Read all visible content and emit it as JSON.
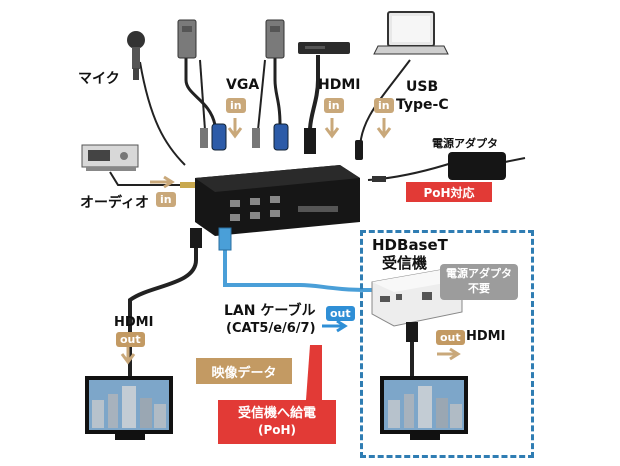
{
  "labels": {
    "mic": "マイク",
    "audio": "オーディオ",
    "vga": "VGA",
    "hdmi_in": "HDMI",
    "usb": "USB",
    "type_c": "Type-C",
    "power_adapter": "電源アダプタ",
    "poe_support": "PoH対応",
    "hdbaset_line1": "HDBaseT",
    "hdbaset_line2": "受信機",
    "rx_power_line1": "電源アダプタ",
    "rx_power_line2": "不要",
    "lan_line1": "LAN ケーブル",
    "lan_line2": "(CAT5/e/6/7)",
    "hdmi_out_left": "HDMI",
    "hdmi_out_right": "HDMI",
    "video_data": "映像データ",
    "power_to_receiver": "受信機へ給電",
    "poh": "(PoH)"
  },
  "badges": {
    "in": "in",
    "out": "out"
  },
  "colors": {
    "badge_tan": "#c9a87a",
    "badge_blue": "#2f8fd6",
    "red": "#e23a36",
    "lan_cable": "#4a9fd8",
    "dashed_border": "#2f7db3"
  }
}
